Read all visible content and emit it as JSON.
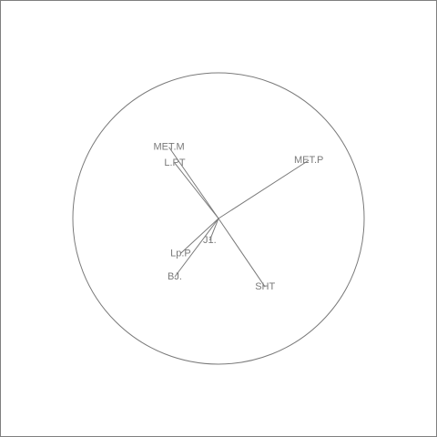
{
  "chart_data": {
    "type": "scatter",
    "title": "",
    "xlabel": "",
    "ylabel": "",
    "xlim": [
      -1,
      1
    ],
    "ylim": [
      -1,
      1
    ],
    "grid": false,
    "unit_circle": true,
    "series": [
      {
        "points": [
          {
            "label": "MET.M",
            "x": -0.34,
            "y": 0.49
          },
          {
            "label": "L.PT",
            "x": -0.3,
            "y": 0.38
          },
          {
            "label": "MET.P",
            "x": 0.62,
            "y": 0.4
          },
          {
            "label": "J1.",
            "x": -0.06,
            "y": -0.15
          },
          {
            "label": "Lp.P",
            "x": -0.26,
            "y": -0.24
          },
          {
            "label": "BJ.",
            "x": -0.3,
            "y": -0.4
          },
          {
            "label": "SHT",
            "x": 0.32,
            "y": -0.47
          }
        ]
      }
    ]
  }
}
